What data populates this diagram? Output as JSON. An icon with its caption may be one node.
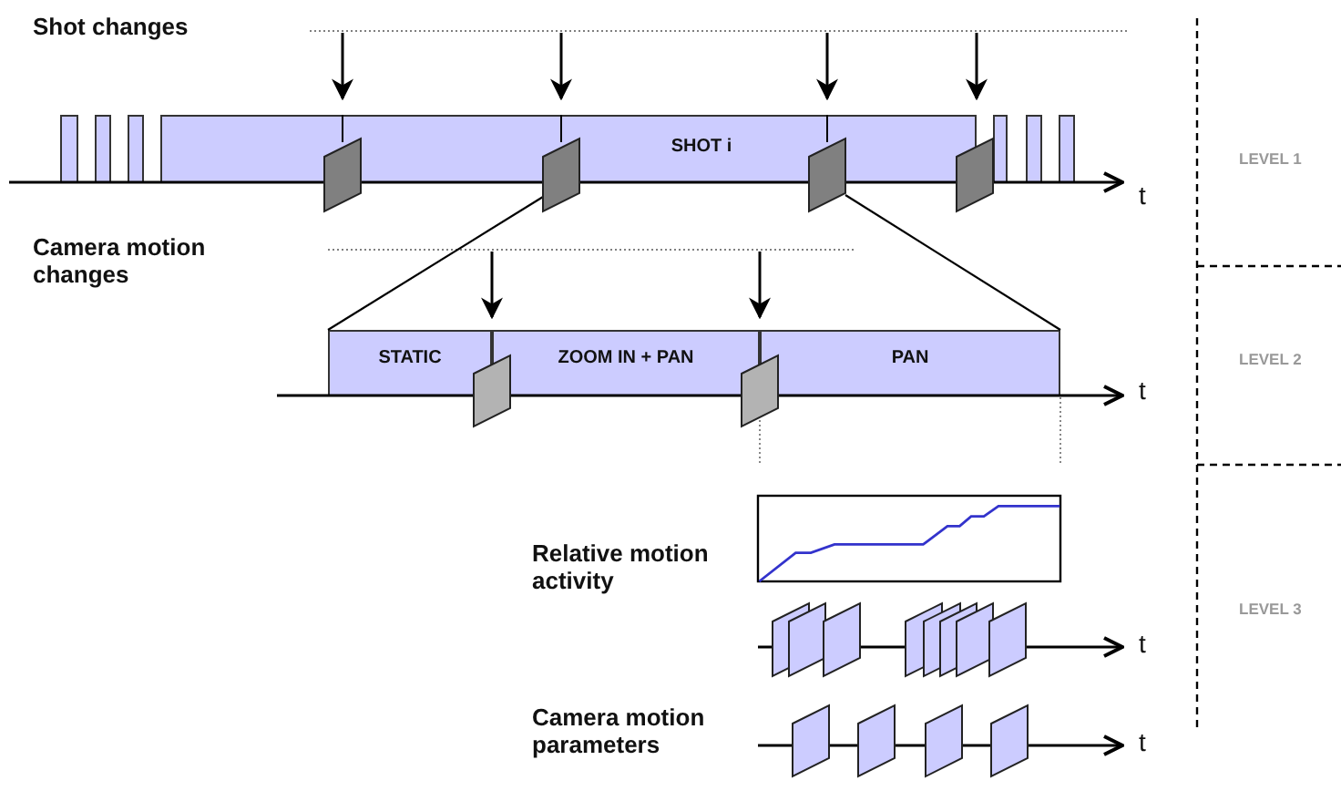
{
  "diagram": {
    "nodes": [
      {
        "text": [],
        "shape": "bar"
      },
      {
        "text": [],
        "shape": "bar"
      },
      {
        "text": [],
        "shape": "bar"
      },
      {
        "text": [
          "SHOT i"
        ]
      },
      {
        "text": [],
        "shape": "bar"
      },
      {
        "text": [],
        "shape": "bar"
      },
      {
        "text": [],
        "shape": "bar"
      },
      {
        "text": [
          "STATIC"
        ]
      },
      {
        "text": [
          "ZOOM IN + PAN"
        ]
      },
      {
        "text": [
          "PAN"
        ]
      }
    ],
    "labels": [
      "Shot changes",
      "t",
      "LEVEL 1",
      "Camera motion changes",
      "t",
      "LEVEL 2",
      "Relative motion activity",
      "t",
      "LEVEL 3",
      "Camera motion parameters",
      "t"
    ]
  }
}
